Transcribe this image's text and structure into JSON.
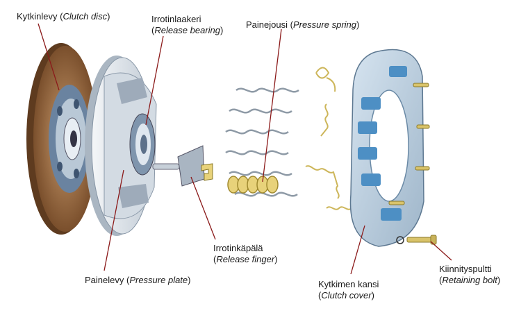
{
  "labels": {
    "clutch_disc": {
      "fi": "Kytkinlevy",
      "en": "Clutch disc"
    },
    "release_bearing": {
      "fi": "Irrotinlaakeri",
      "en": "Release bearing"
    },
    "pressure_spring": {
      "fi": "Painejousi",
      "en": "Pressure spring"
    },
    "release_finger": {
      "fi": "Irrotinkäpälä",
      "en": "Release finger"
    },
    "pressure_plate": {
      "fi": "Painelevy",
      "en": "Pressure plate"
    },
    "clutch_cover": {
      "fi": "Kytkimen kansi",
      "en": "Clutch cover"
    },
    "retaining_bolt": {
      "fi": "Kiinnityspultti",
      "en": "Retaining bolt"
    }
  },
  "colors": {
    "leader_line": "#8b1a1a",
    "friction_lining": "#9a6a42",
    "metal_light": "#e6ebf0",
    "metal_mid": "#b7c3cf",
    "cover_blue": "#4d8fc4",
    "brass": "#d9c36a"
  }
}
